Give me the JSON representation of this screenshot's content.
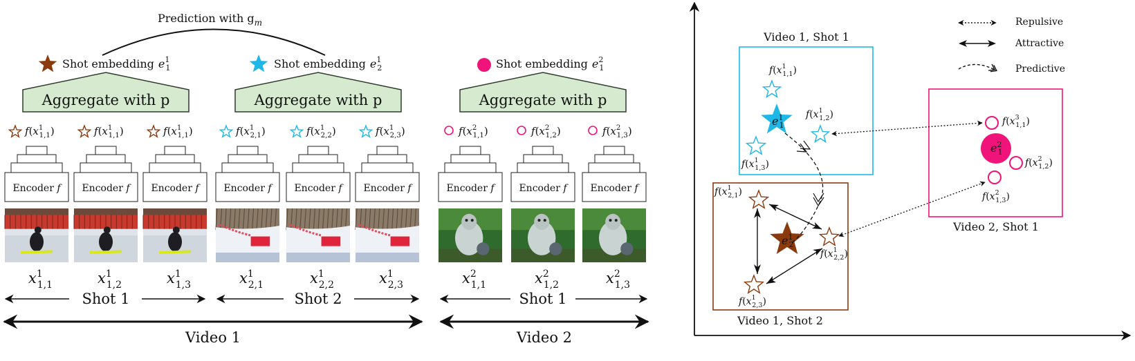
{
  "prediction_label": "Prediction with g",
  "prediction_sub": "m",
  "aggregate_label": "Aggregate with p",
  "shot_embedding_label": "Shot embedding",
  "embeddings": [
    {
      "sym": "e",
      "sup": "1",
      "sub": "1",
      "color": "#8b3a0e",
      "shape": "star"
    },
    {
      "sym": "e",
      "sup": "1",
      "sub": "2",
      "color": "#1fb7e6",
      "shape": "star"
    },
    {
      "sym": "e",
      "sup": "2",
      "sub": "1",
      "color": "#f0137a",
      "shape": "circle"
    }
  ],
  "encoder_label": "Encoder f",
  "feature_prefix": "f(x",
  "frames": [
    {
      "sup": "1",
      "sub": "1,1",
      "feat_sub": "1,1",
      "color": "#8b3a0e",
      "shape": "star",
      "thumb": "ski"
    },
    {
      "sup": "1",
      "sub": "1,2",
      "feat_sub": "1,1",
      "color": "#8b3a0e",
      "shape": "star",
      "thumb": "ski"
    },
    {
      "sup": "1",
      "sub": "1,3",
      "feat_sub": "1,1",
      "color": "#8b3a0e",
      "shape": "star",
      "thumb": "ski"
    },
    {
      "sup": "1",
      "sub": "2,1",
      "feat_sub": "2,1",
      "color": "#1fb7e6",
      "shape": "star",
      "thumb": "slope"
    },
    {
      "sup": "1",
      "sub": "2,2",
      "feat_sub": "2,2",
      "color": "#1fb7e6",
      "shape": "star",
      "thumb": "slope"
    },
    {
      "sup": "1",
      "sub": "2,3",
      "feat_sub": "2,3",
      "color": "#1fb7e6",
      "shape": "star",
      "thumb": "slope"
    },
    {
      "sup": "2",
      "sub": "1,1",
      "feat_sub": "1,1",
      "color": "#f0137a",
      "shape": "circle",
      "thumb": "cartoon"
    },
    {
      "sup": "2",
      "sub": "1,2",
      "feat_sub": "1,2",
      "color": "#f0137a",
      "shape": "circle",
      "thumb": "cartoon"
    },
    {
      "sup": "2",
      "sub": "1,3",
      "feat_sub": "1,3",
      "color": "#f0137a",
      "shape": "circle",
      "thumb": "cartoon"
    }
  ],
  "shot_labels": [
    "Shot 1",
    "Shot 2",
    "Shot 1"
  ],
  "video_labels": [
    "Video 1",
    "Video 2"
  ],
  "right_panel": {
    "legend": [
      "Repulsive",
      "Attractive",
      "Predictive"
    ],
    "box_titles": [
      "Video 1, Shot 1",
      "Video 1, Shot 2",
      "Video 2, Shot 1"
    ],
    "colors": {
      "cyan": "#1fb7e6",
      "brown": "#8b3a0e",
      "pink": "#f0137a",
      "agg_fill": "#d6ead0",
      "agg_stroke": "#2f3a2c"
    }
  }
}
